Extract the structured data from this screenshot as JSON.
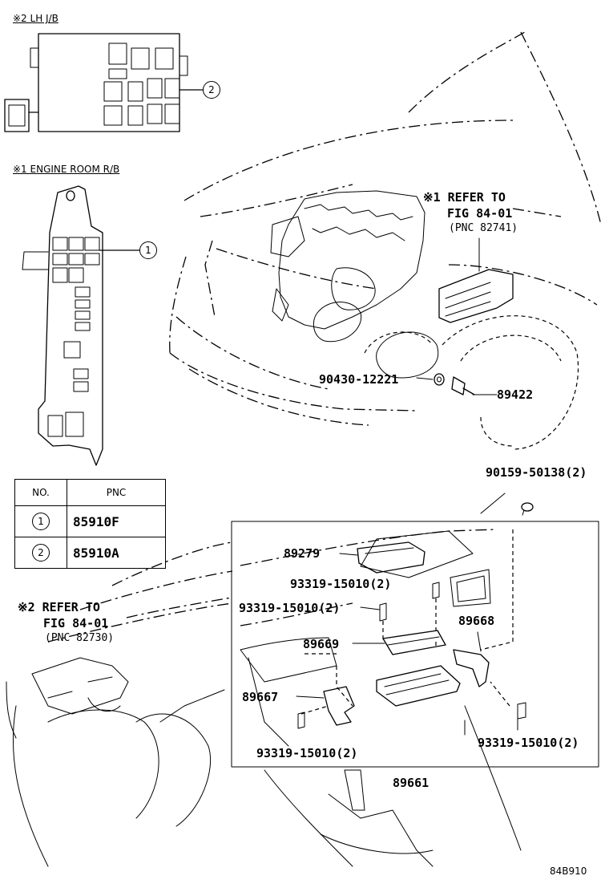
{
  "captions": {
    "lh_jb": "※2 LH J/B",
    "engine_room_rb": "※1 ENGINE ROOM R/B"
  },
  "refer1": {
    "line1": "※1 REFER TO",
    "line2": "FIG 84-01",
    "line3": "(PNC 82741)"
  },
  "refer2": {
    "line1": "※2 REFER TO",
    "line2": "FIG 84-01",
    "line3": "(PNC 82730)"
  },
  "callouts": {
    "one": "1",
    "two": "2"
  },
  "table": {
    "header_no": "NO.",
    "header_pnc": "PNC",
    "rows": [
      {
        "no": "1",
        "pnc": "85910F"
      },
      {
        "no": "2",
        "pnc": "85910A"
      }
    ]
  },
  "parts": {
    "p90430": "90430-12221",
    "p89422": "89422",
    "p90159": "90159-50138(2)",
    "p89279": "89279",
    "p93319_a": "93319-15010(2)",
    "p93319_b": "93319-15010(2)",
    "p89669": "89669",
    "p89668": "89668",
    "p89667": "89667",
    "p93319_c": "93319-15010(2)",
    "p93319_d": "93319-15010(2)",
    "p89661": "89661"
  },
  "diagram_id": "84B910"
}
